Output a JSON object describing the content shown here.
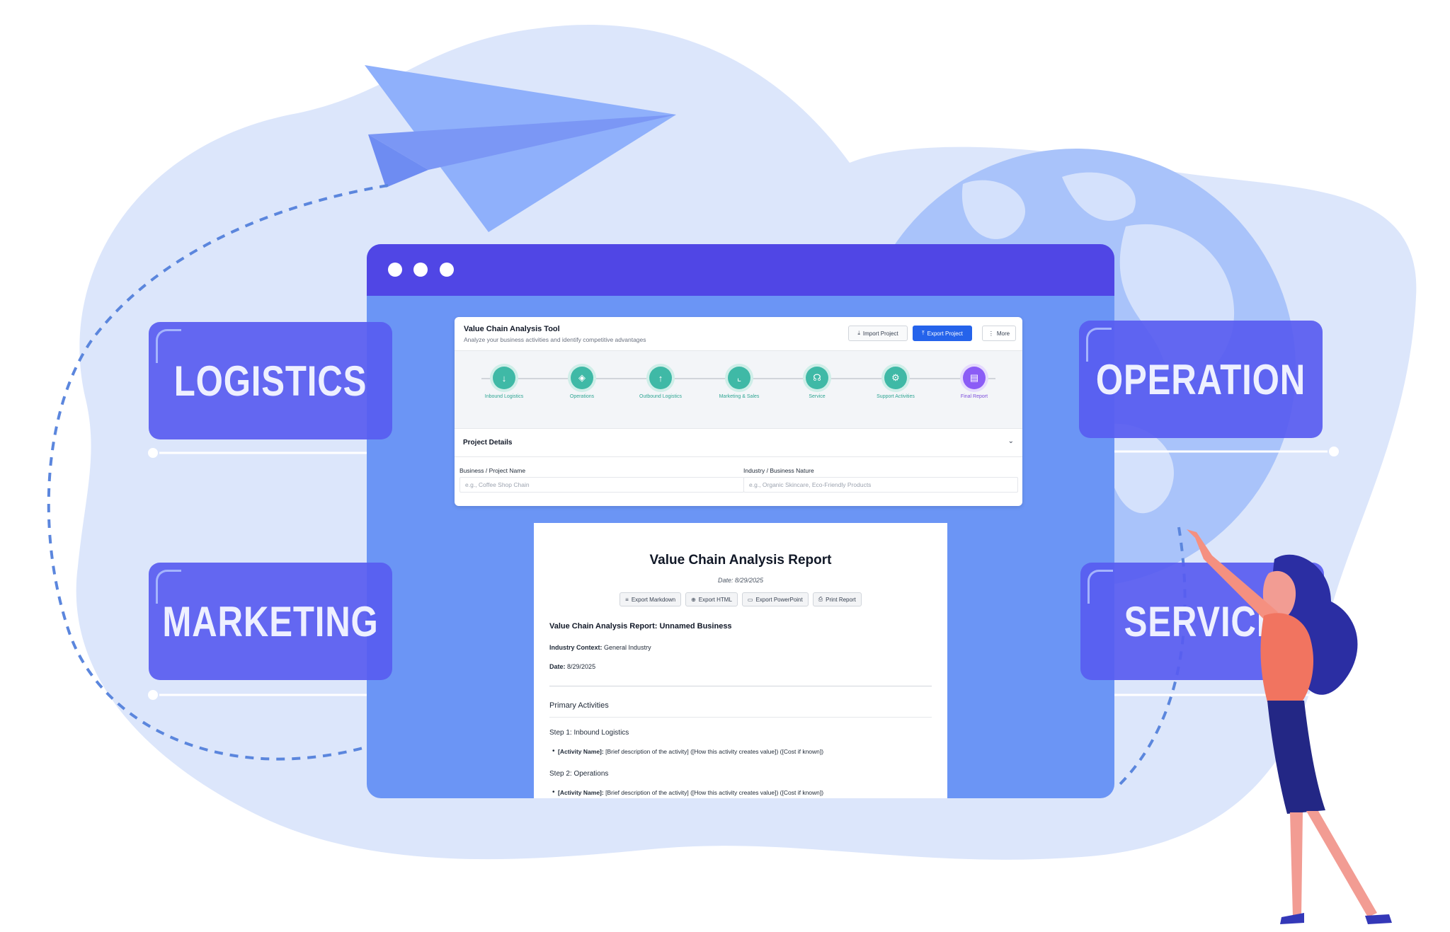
{
  "app": {
    "title": "Value Chain Analysis Tool",
    "subtitle": "Analyze your business activities and identify competitive advantages",
    "buttons": {
      "import": "Import Project",
      "export": "Export Project",
      "more": "More"
    },
    "steps": [
      {
        "label": "Inbound Logistics",
        "icon": "arrow-down-icon"
      },
      {
        "label": "Operations",
        "icon": "cube-icon"
      },
      {
        "label": "Outbound Logistics",
        "icon": "arrow-up-icon"
      },
      {
        "label": "Marketing & Sales",
        "icon": "chart-icon"
      },
      {
        "label": "Service",
        "icon": "headset-icon"
      },
      {
        "label": "Support Activities",
        "icon": "settings-icon"
      },
      {
        "label": "Final Report",
        "icon": "document-icon"
      }
    ],
    "project_details": {
      "title": "Project Details",
      "business_label": "Business / Project Name",
      "business_placeholder": "e.g., Coffee Shop Chain",
      "industry_label": "Industry / Business Nature",
      "industry_placeholder": "e.g., Organic Skincare, Eco-Friendly Products"
    }
  },
  "report": {
    "title": "Value Chain Analysis Report",
    "date": "Date: 8/29/2025",
    "buttons": {
      "markdown": "Export Markdown",
      "html": "Export HTML",
      "powerpoint": "Export PowerPoint",
      "print": "Print Report"
    },
    "heading": "Value Chain Analysis Report: Unnamed Business",
    "industry_context_label": "Industry Context:",
    "industry_context_value": "General Industry",
    "date_label": "Date:",
    "date_value": "8/29/2025",
    "section": "Primary Activities",
    "step1": "Step 1: Inbound Logistics",
    "step2": "Step 2: Operations",
    "activity_name": "[Activity Name]:",
    "activity_desc": "[Brief description of the activity] ([How this activity creates value]) ([Cost if known])"
  },
  "callouts": {
    "logistics": "LOGISTICS",
    "operation": "OPERATION",
    "marketing": "MARKETING",
    "service": "SERVICE"
  },
  "colors": {
    "browser_bar": "#5046e5",
    "browser_body": "#6b95f5",
    "callout": "#585cf0",
    "step_teal": "#3fb9a6",
    "step_purple": "#8b5cf6",
    "primary_button": "#2563eb"
  }
}
